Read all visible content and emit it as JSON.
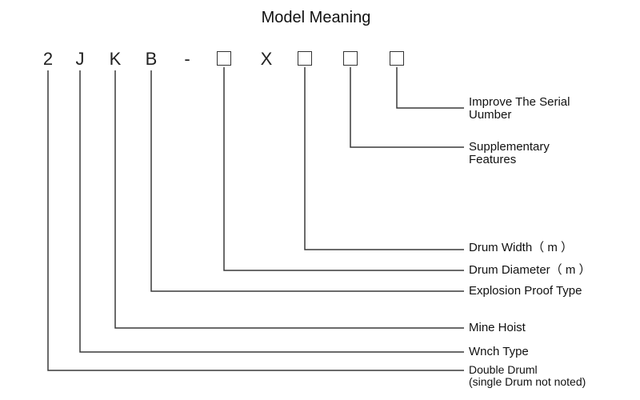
{
  "title": "Model Meaning",
  "code": {
    "c1": "2",
    "c2": "J",
    "c3": "K",
    "c4": "B",
    "c5": "-",
    "c6": "X"
  },
  "labels": {
    "serial_1": "Improve The Serial",
    "serial_2": "Uumber",
    "supp_1": "Supplementary",
    "supp_2": "Features",
    "width": "Drum Width（ m ）",
    "diameter": "Drum Diameter（ m ）",
    "explosion": "Explosion Proof Type",
    "mine": "Mine Hoist",
    "winch": "Wnch Type",
    "double_1": "Double Druml",
    "double_2": "(single Drum not noted)"
  }
}
